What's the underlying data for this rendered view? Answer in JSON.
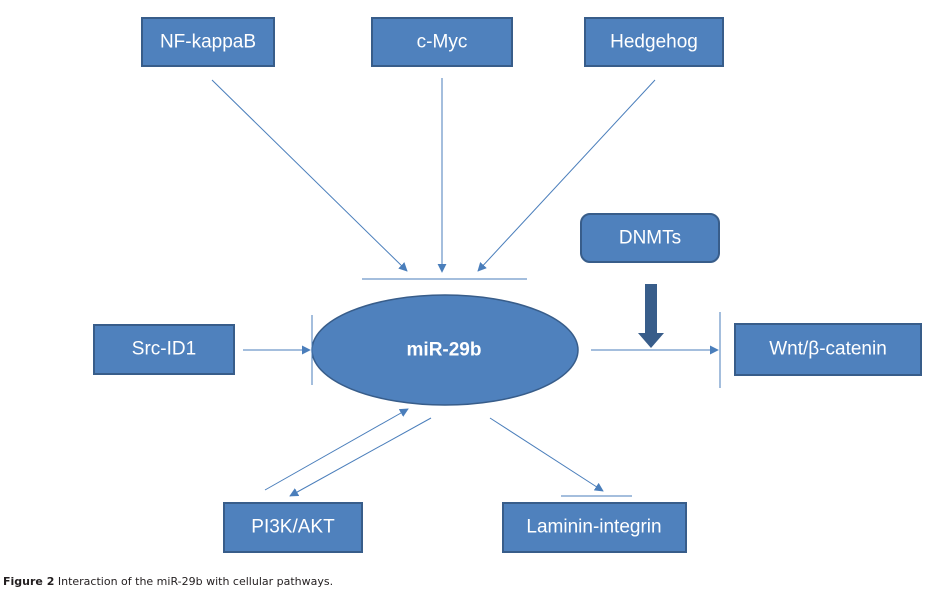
{
  "colors": {
    "box_fill": "#4f81bd",
    "box_stroke": "#385d8a",
    "line": "#4a7ebb",
    "text": "#ffffff",
    "dnmt_arrow": "#385d8a"
  },
  "center": {
    "label": "miR-29b"
  },
  "nodes": {
    "nfkappab": {
      "label": "NF-kappaB"
    },
    "cmyc": {
      "label": "c-Myc"
    },
    "hedgehog": {
      "label": "Hedgehog"
    },
    "dnmts": {
      "label": "DNMTs"
    },
    "srcid1": {
      "label": "Src-ID1"
    },
    "wnt": {
      "label": "Wnt/β-catenin"
    },
    "pi3k": {
      "label": "PI3K/AKT"
    },
    "laminin": {
      "label": "Laminin-integrin"
    }
  },
  "caption": {
    "figure_label": "Figure 2",
    "text": " Interaction of the miR-29b with cellular pathways."
  }
}
